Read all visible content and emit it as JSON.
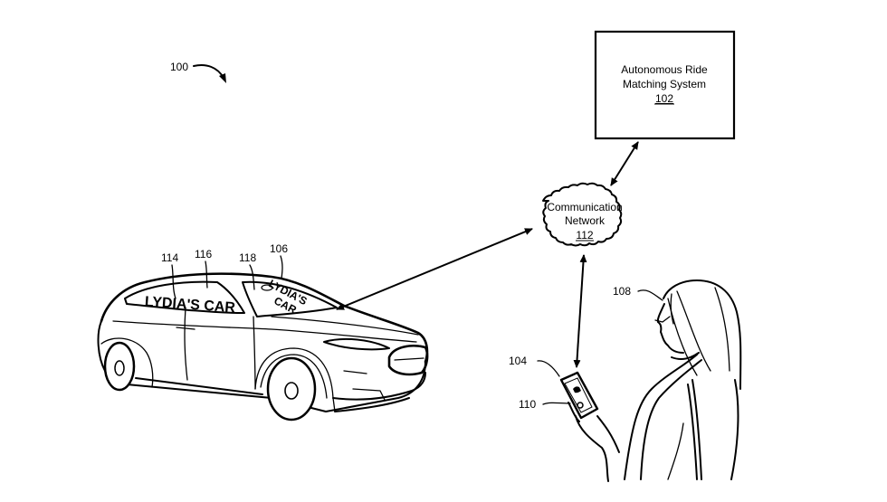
{
  "figure": {
    "reference": "100"
  },
  "matching_system": {
    "line1": "Autonomous Ride",
    "line2": "Matching System",
    "ref": "102"
  },
  "network": {
    "line1": "Communication",
    "line2": "Network",
    "ref": "112"
  },
  "vehicle": {
    "ref": "106",
    "display_side_ref": "114",
    "window_ref": "116",
    "display_top_ref": "118",
    "side_text": "LYDIA'S CAR",
    "windshield_line1": "LYDIA'S",
    "windshield_line2": "CAR"
  },
  "rider": {
    "ref": "108"
  },
  "device": {
    "ref": "104",
    "app_ref": "110"
  }
}
